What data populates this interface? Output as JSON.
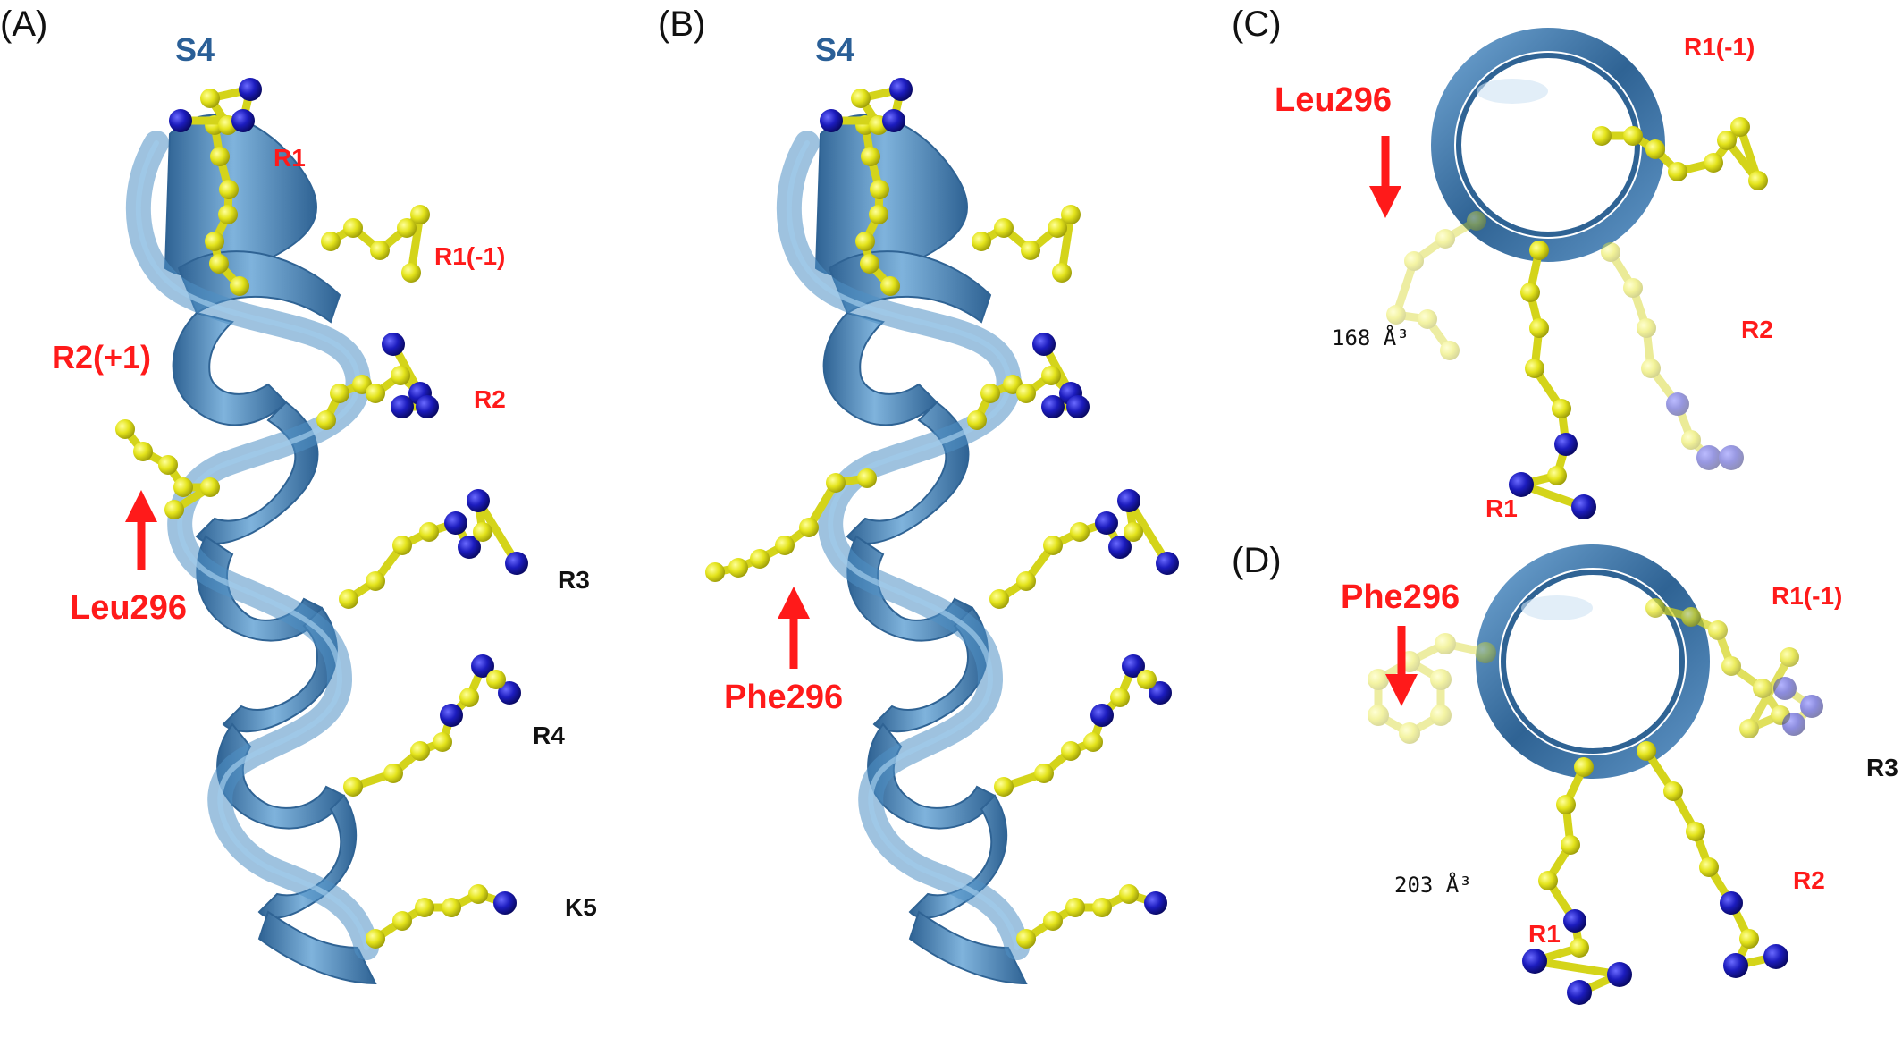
{
  "panels": {
    "A": {
      "letter": "(A)",
      "helix_label": "S4",
      "labels": {
        "r1": "R1",
        "r1m1": "R1(-1)",
        "r2p1": "R2(+1)",
        "r2": "R2",
        "r3": "R3",
        "r4": "R4",
        "k5": "K5",
        "residue": "Leu296"
      }
    },
    "B": {
      "letter": "(B)",
      "helix_label": "S4",
      "labels": {
        "residue": "Phe296"
      }
    },
    "C": {
      "letter": "(C)",
      "labels": {
        "residue": "Leu296",
        "r1m1": "R1(-1)",
        "r2": "R2",
        "r1": "R1",
        "volume": "168 Å³"
      }
    },
    "D": {
      "letter": "(D)",
      "labels": {
        "residue": "Phe296",
        "r1m1": "R1(-1)",
        "r3": "R3",
        "r2": "R2",
        "r1": "R1",
        "volume": "203 Å³"
      }
    }
  },
  "colors": {
    "helix": "#4f8fc4",
    "helix_dark": "#2f6394",
    "carbon": "#e4e41c",
    "nitrogen": "#1c1cbe",
    "arrow": "#ff1a1a"
  }
}
